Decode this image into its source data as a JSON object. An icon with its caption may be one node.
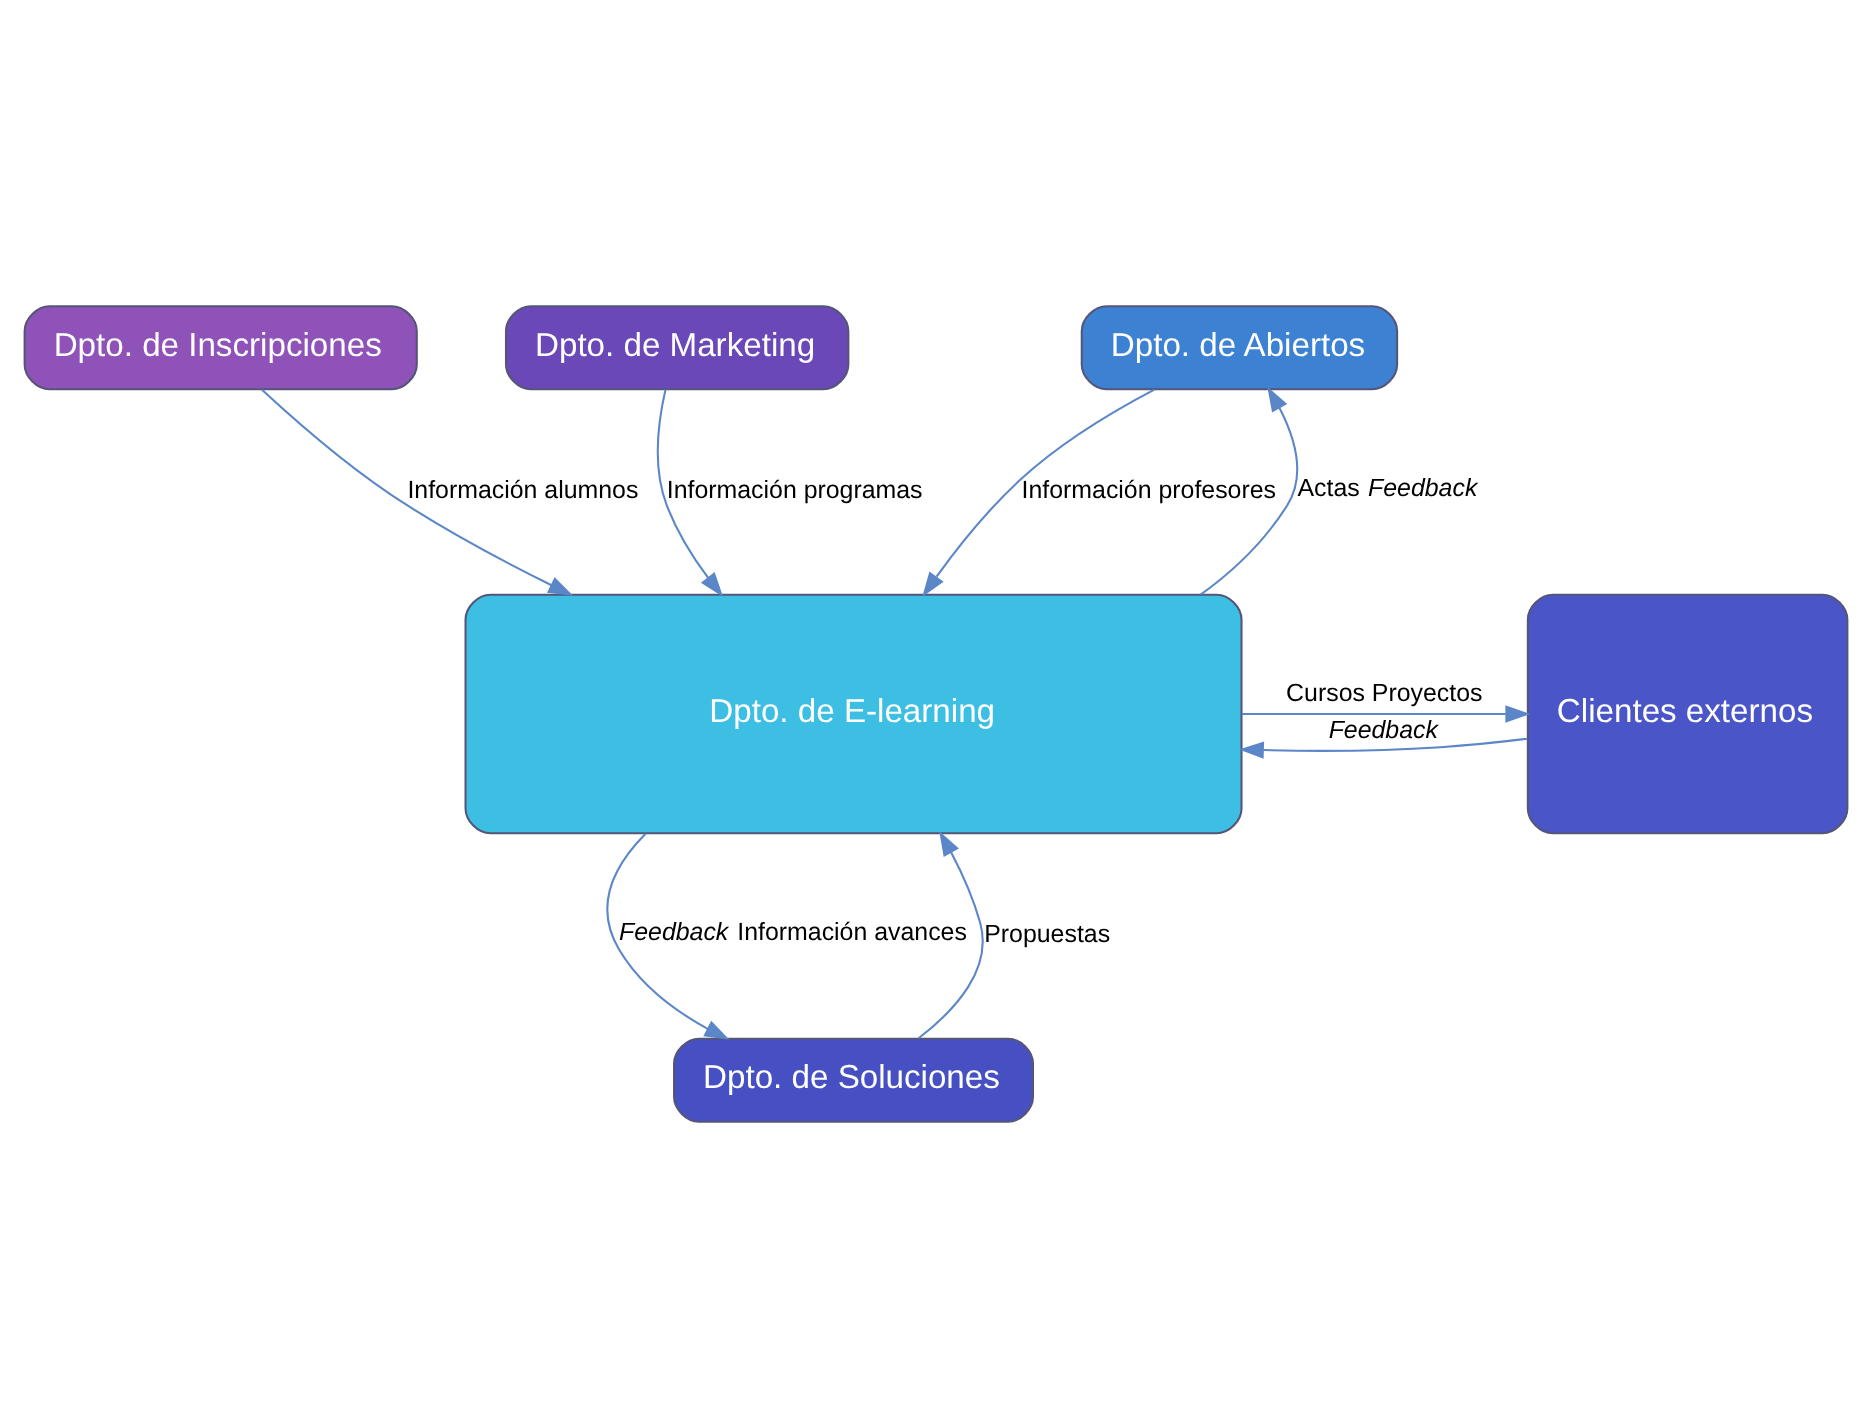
{
  "diagram": {
    "nodes": [
      {
        "text": [
          "Dpto. de Inscripciones"
        ]
      },
      {
        "text": [
          "Dpto. de Marketing"
        ]
      },
      {
        "text": [
          "Dpto. de Abiertos"
        ]
      },
      {
        "text": [
          "Dpto. de E-learning"
        ]
      },
      {
        "text": [
          "Clientes externos"
        ]
      },
      {
        "text": [
          "Dpto. de Soluciones"
        ]
      }
    ],
    "edges": [
      {
        "from": 0,
        "to": 3,
        "arrow": "to",
        "label": "Información alumnos"
      },
      {
        "from": 1,
        "to": 3,
        "arrow": "to",
        "label": "Información programas"
      },
      {
        "from": 2,
        "to": 3,
        "arrow": "to",
        "label": "Información profesores"
      },
      {
        "from": 3,
        "to": 2,
        "arrow": "to",
        "label": "Actas *Feedback*"
      },
      {
        "from": 3,
        "to": 4,
        "arrow": "to",
        "label": "Cursos Proyectos"
      },
      {
        "from": 4,
        "to": 3,
        "arrow": "to",
        "label": "*Feedback*"
      },
      {
        "from": 3,
        "to": 5,
        "arrow": "to",
        "label": "*Feedback* Información avances"
      },
      {
        "from": 5,
        "to": 3,
        "arrow": "to",
        "label": "Propuestas"
      }
    ]
  }
}
